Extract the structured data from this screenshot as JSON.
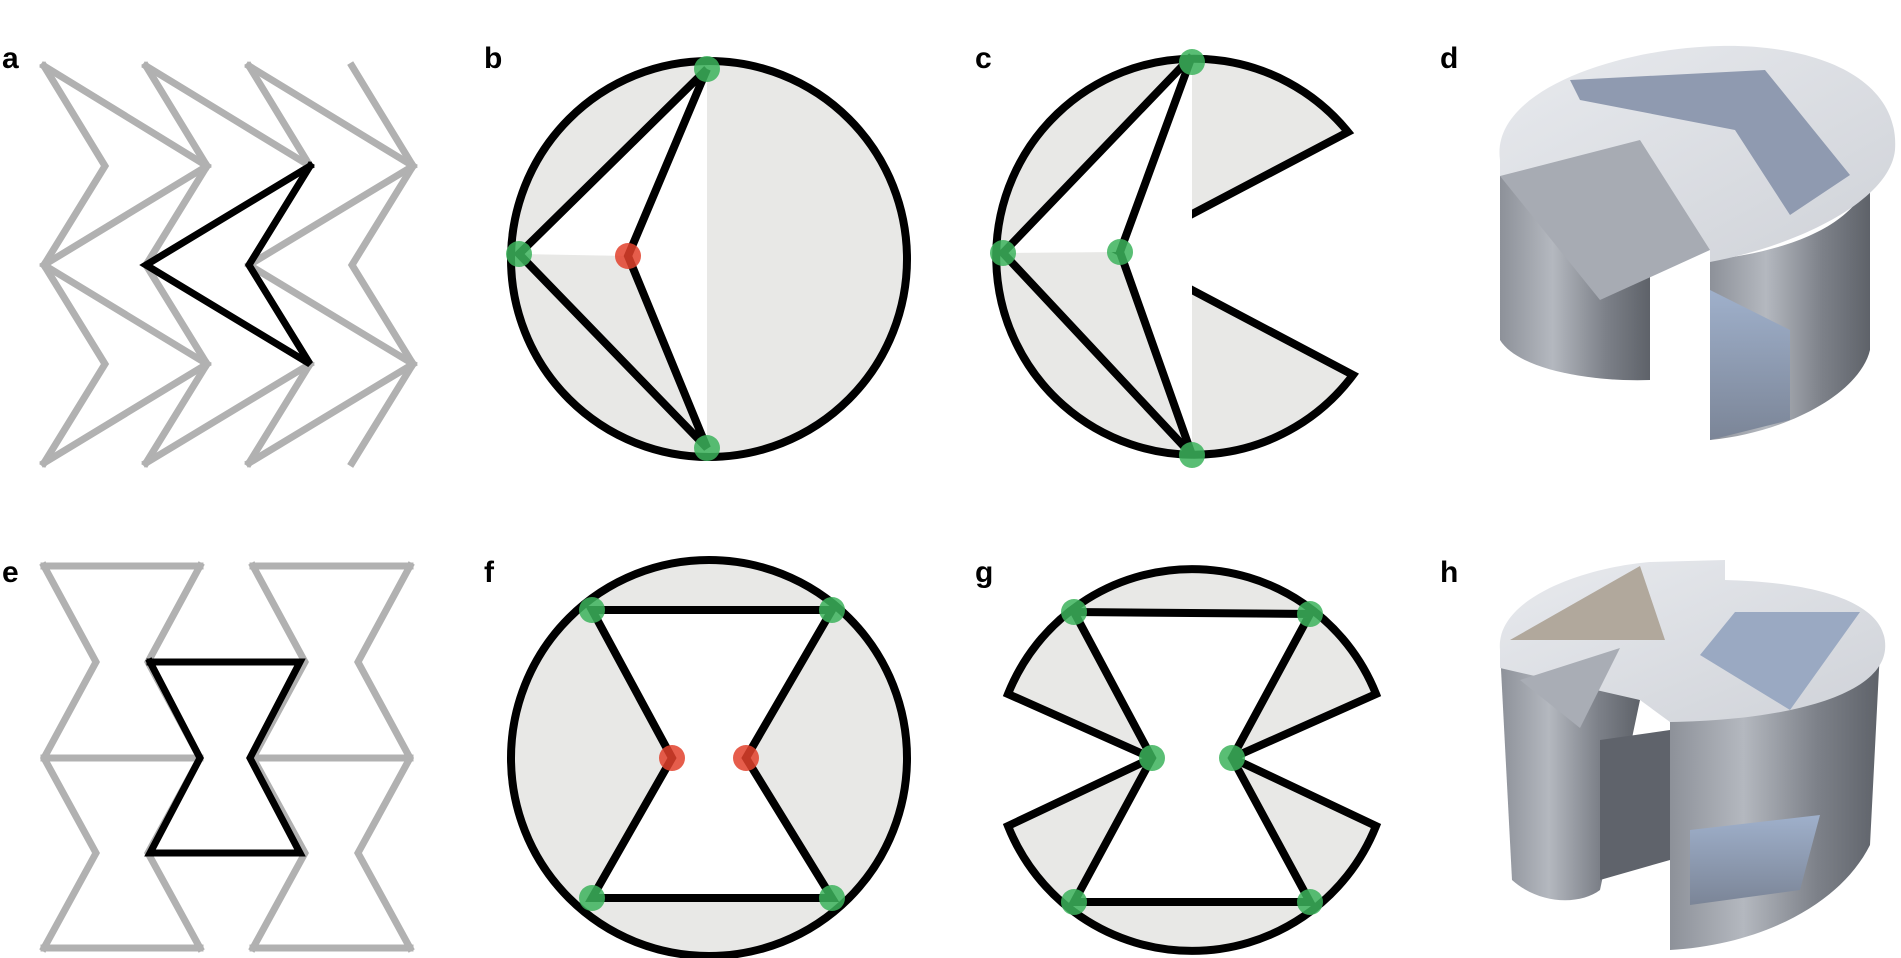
{
  "panels": {
    "a": "a",
    "b": "b",
    "c": "c",
    "d": "d",
    "e": "e",
    "f": "f",
    "g": "g",
    "h": "h"
  },
  "colors": {
    "lattice_gray": "#b1b1b1",
    "unit_black": "#000000",
    "disc_fill": "#e8e8e6",
    "node_green": "#3cb35c",
    "node_red": "#e2412c",
    "render_light": "#d9dce2",
    "render_mid": "#a9adb5",
    "render_dark": "#6f737b",
    "render_blue": "#9aa9c2"
  }
}
